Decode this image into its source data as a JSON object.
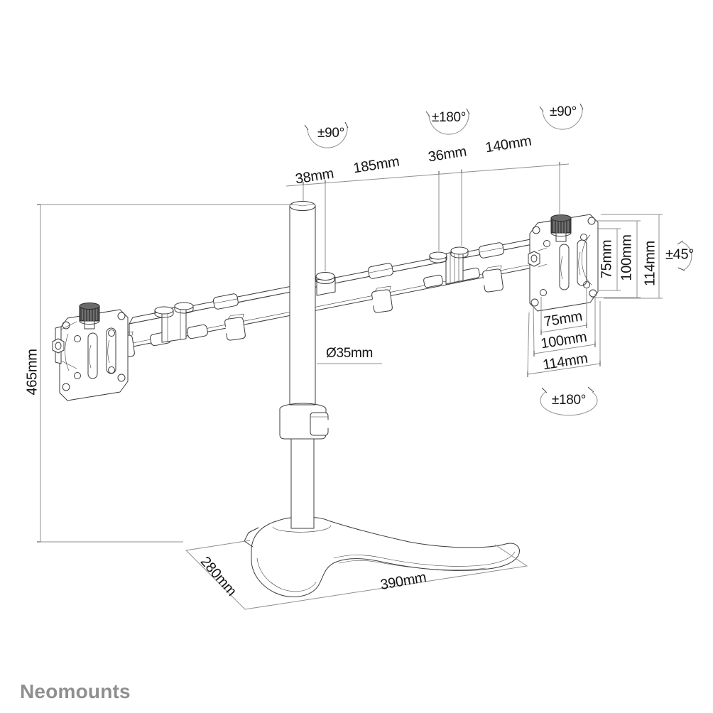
{
  "diagram": {
    "subject": "dual-monitor desk stand line drawing with dimensions",
    "line_color": "#3c3c3c",
    "dimension_line_color": "#8f8f8f",
    "text_color": "#141414",
    "logo": {
      "text": "Neomounts",
      "color": "#8f8f8f"
    },
    "annotations": {
      "swivel_left": "±90°",
      "swivel_center": "±180°",
      "swivel_right": "±90°",
      "arm_offset": "38mm",
      "arm_segment_left": "185mm",
      "center_joint_width": "36mm",
      "arm_segment_right": "140mm",
      "pole_height": "465mm",
      "pole_diameter": "Ø35mm",
      "tilt": "±45°",
      "vesa_vertical": {
        "v75": "75mm",
        "v100": "100mm",
        "v114": "114mm"
      },
      "vesa_horizontal": {
        "h75": "75mm",
        "h100": "100mm",
        "h114": "114mm"
      },
      "plate_rotation": "±180°",
      "base_depth": "280mm",
      "base_width": "390mm"
    }
  }
}
